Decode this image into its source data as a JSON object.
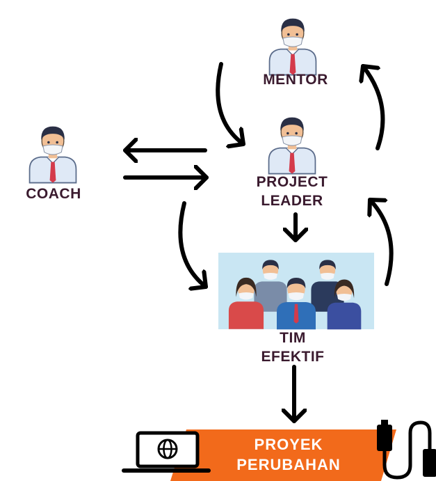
{
  "nodes": {
    "mentor": {
      "label": "MENTOR"
    },
    "coach": {
      "label": "COACH"
    },
    "project_leader": {
      "line1": "PROJECT",
      "line2": "LEADER"
    },
    "tim_efektif": {
      "line1": "TIM",
      "line2": "EFEKTIF"
    },
    "proyek_perubahan": {
      "line1": "PROYEK",
      "line2": "PERUBAHAN"
    }
  },
  "colors": {
    "label_text": "#3a1a2e",
    "arrow": "#000000",
    "banner": "#f26a1b",
    "banner_text": "#ffffff",
    "shirt": "#dfe9f6",
    "tie": "#d43b4b",
    "skin": "#f1bf95",
    "hair": "#2a2f45",
    "mask": "#f3f5f8",
    "team_background": "#c9e6f3"
  },
  "icons": [
    "person-mask-icon",
    "team-photo",
    "laptop-globe-icon",
    "charging-cable-icon"
  ]
}
